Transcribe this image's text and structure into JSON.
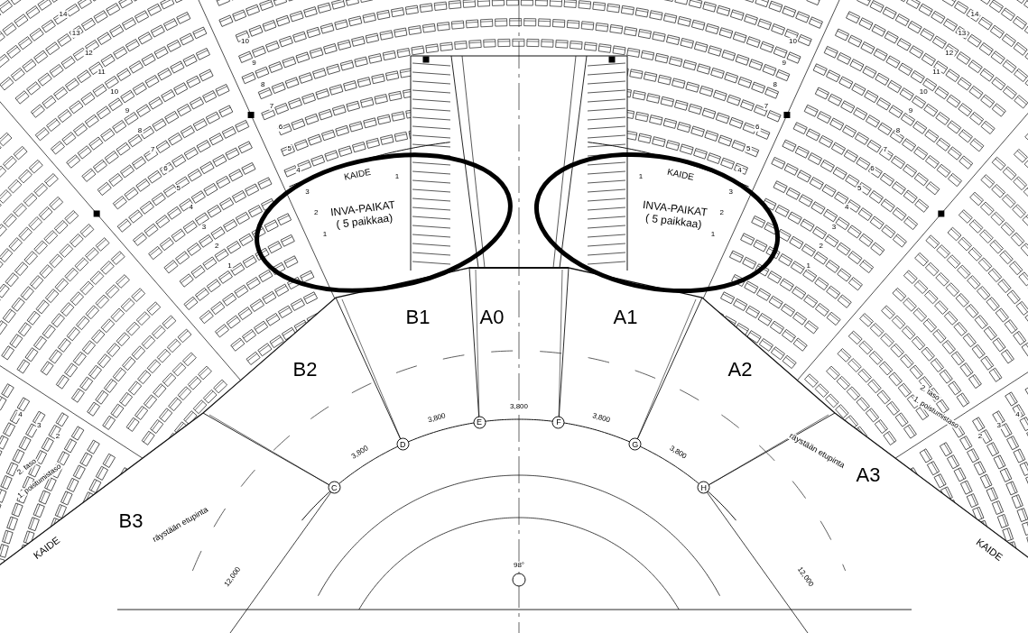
{
  "diagram": {
    "nodes": [
      {
        "text": [
          "INVA-PAIKAT ( 5 paikkaa)"
        ]
      },
      {
        "text": [
          "INVA-PAIKAT ( 5 paikkaa)"
        ]
      },
      {
        "text": [
          "C"
        ]
      },
      {
        "text": [
          "D"
        ]
      },
      {
        "text": [
          "E"
        ]
      },
      {
        "text": [
          "F"
        ]
      },
      {
        "text": [
          "G"
        ]
      },
      {
        "text": [
          "H"
        ]
      }
    ],
    "labels": [
      "B1",
      "A0",
      "A1",
      "B2",
      "A2",
      "B3",
      "A3",
      "KAIDE",
      "KAIDE",
      "KAIDE",
      "KAIDE",
      "räystään etupinta",
      "räystään etupinta",
      "2. taso",
      "1. poistumistaso",
      "2. taso",
      "1. poistumistaso",
      "3,800",
      "3,800",
      "3,800",
      "3,800",
      "3,800",
      "12,000",
      "12,000",
      "98°",
      "14",
      "13",
      "12",
      "11",
      "10",
      "9",
      "8",
      "7",
      "6",
      "5",
      "4",
      "3",
      "2",
      "1",
      "10",
      "9",
      "8",
      "7",
      "6",
      "5",
      "4",
      "3",
      "2",
      "1",
      "4",
      "3",
      "2",
      "1",
      "14",
      "13",
      "12",
      "11",
      "10",
      "9",
      "8",
      "7",
      "6",
      "5",
      "4",
      "3",
      "2",
      "1",
      "10",
      "9",
      "8",
      "7",
      "6",
      "5",
      "4",
      "3",
      "2",
      "1",
      "4",
      "3",
      "2",
      "1"
    ]
  }
}
